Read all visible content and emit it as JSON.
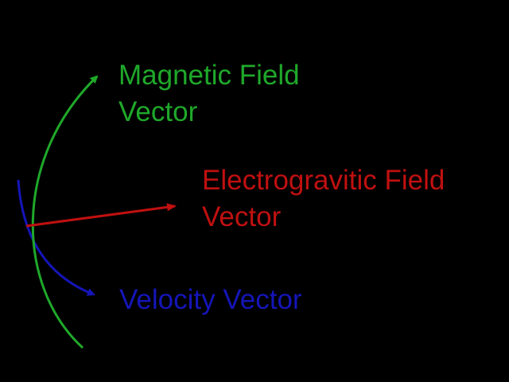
{
  "colors": {
    "background": "#000000",
    "magnetic": "#1fa82a",
    "electrogravitic": "#c01010",
    "velocity": "#1515b8"
  },
  "labels": {
    "magnetic": {
      "line1": "Magnetic Field",
      "line2": "Vector"
    },
    "electrogravitic": {
      "line1": "Electrogravitic Field",
      "line2": "Vector"
    },
    "velocity": {
      "line1": "Velocity Vector"
    }
  }
}
